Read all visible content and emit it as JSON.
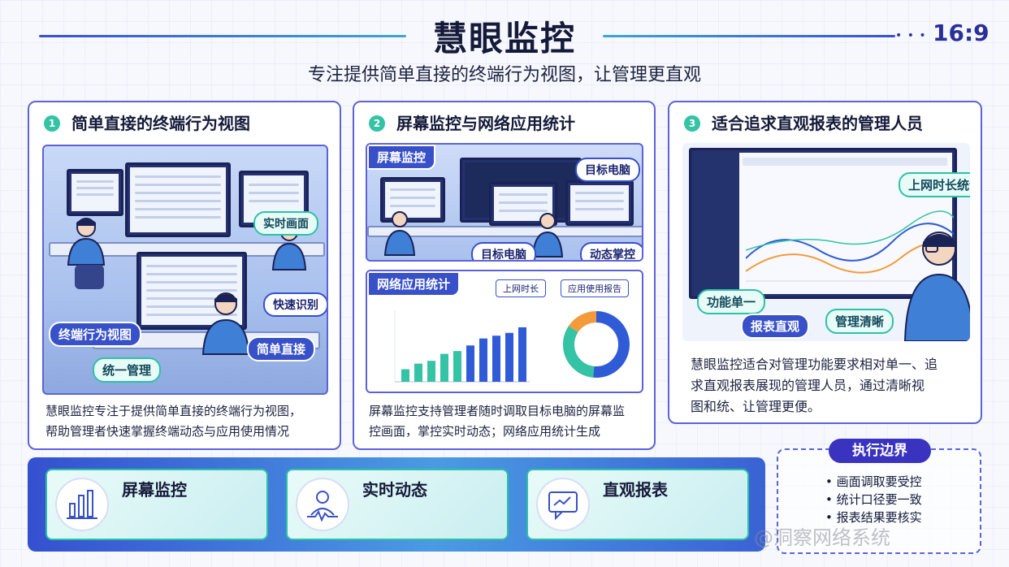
{
  "header": {
    "title": "慧眼监控",
    "ratio": "16:9",
    "subtitle": "专注提供简单直接的终端行为视图，让管理更直观"
  },
  "panels": [
    {
      "num": "1",
      "title": "简单直接的终端行为视图",
      "desc_line1": "慧眼监控专注于提供简单直接的终端行为视图，",
      "desc_line2": "帮助管理者快速掌握终端动态与应用使用情况",
      "labels": {
        "realtime": "实时画面",
        "fast_identify": "快速识别",
        "terminal_view": "终端行为视图",
        "simple_direct": "简单直接",
        "unified_mgmt": "统一管理"
      }
    },
    {
      "num": "2",
      "title": "屏幕监控与网络应用统计",
      "desc_line1": "屏幕监控支持管理者随时调取目标电脑的屏幕监",
      "desc_line2": "控画面，掌控实时动态；网络应用统计生成",
      "labels": {
        "screen_monitor": "屏幕监控",
        "target_pc_top": "目标电脑",
        "target_pc_bottom": "目标电脑",
        "dynamic_control": "动态掌控",
        "net_stats": "网络应用统计",
        "online_time": "上网时长",
        "app_report": "应用使用报告"
      }
    },
    {
      "num": "3",
      "title": "适合追求直观报表的管理人员",
      "desc_line1": "慧眼监控适合对管理功能要求相对单一、追",
      "desc_line2": "求直观报表展现的管理人员，通过清晰视",
      "desc_line3": "图和统、让管理更便。",
      "labels": {
        "online_stats": "上网时长统计",
        "single_function": "功能单一",
        "report_intuitive": "报表直观",
        "mgmt_clear": "管理清晰"
      }
    }
  ],
  "bottom_cards": [
    {
      "title": "屏幕监控",
      "icon": "bar-chart-icon"
    },
    {
      "title": "实时动态",
      "icon": "person-pulse-icon"
    },
    {
      "title": "直观报表",
      "icon": "report-chat-icon"
    }
  ],
  "boundary": {
    "title": "执行边界",
    "items": [
      "画面调取要受控",
      "统计口径要一致",
      "报表结果要核实"
    ]
  },
  "watermark": "@洞察网络系统",
  "chart_bars": [
    0.18,
    0.26,
    0.3,
    0.4,
    0.44,
    0.52,
    0.62,
    0.66,
    0.7,
    0.78
  ],
  "colors": {
    "accent": "#5d63d6",
    "teal": "#2cc2a6",
    "navy": "#3850c8"
  }
}
